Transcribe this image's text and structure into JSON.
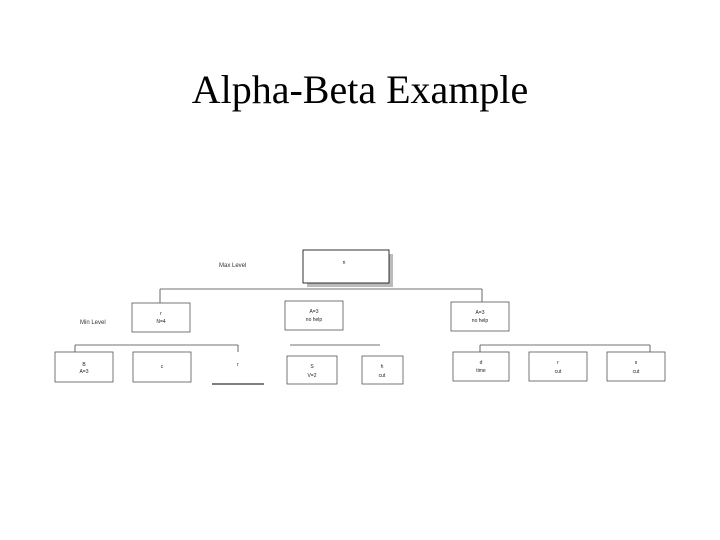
{
  "slide": {
    "title": "Alpha-Beta Example"
  },
  "levels": {
    "max_label": "Max Level",
    "min_label": "Min Level"
  },
  "nodes": {
    "root": {
      "line1": "n"
    },
    "min1": {
      "line1": "r",
      "line2": "N=4"
    },
    "min2": {
      "line1": "A=3",
      "line2": "no help"
    },
    "min3": {
      "line1": "A=3",
      "line2": "no help"
    },
    "leaf1": {
      "line1": "B",
      "line2": "A=3"
    },
    "leaf2": {
      "line1": "c"
    },
    "leaf3": {
      "line1": "r"
    },
    "leaf4": {
      "line1": "S",
      "line2": "V=2"
    },
    "leaf5": {
      "line1": "h",
      "line2": "cut"
    },
    "leaf6": {
      "line1": "d",
      "line2": "time"
    },
    "leaf7": {
      "line1": "r",
      "line2": "cut"
    },
    "leaf8": {
      "line1": "s",
      "line2": "cut"
    }
  }
}
